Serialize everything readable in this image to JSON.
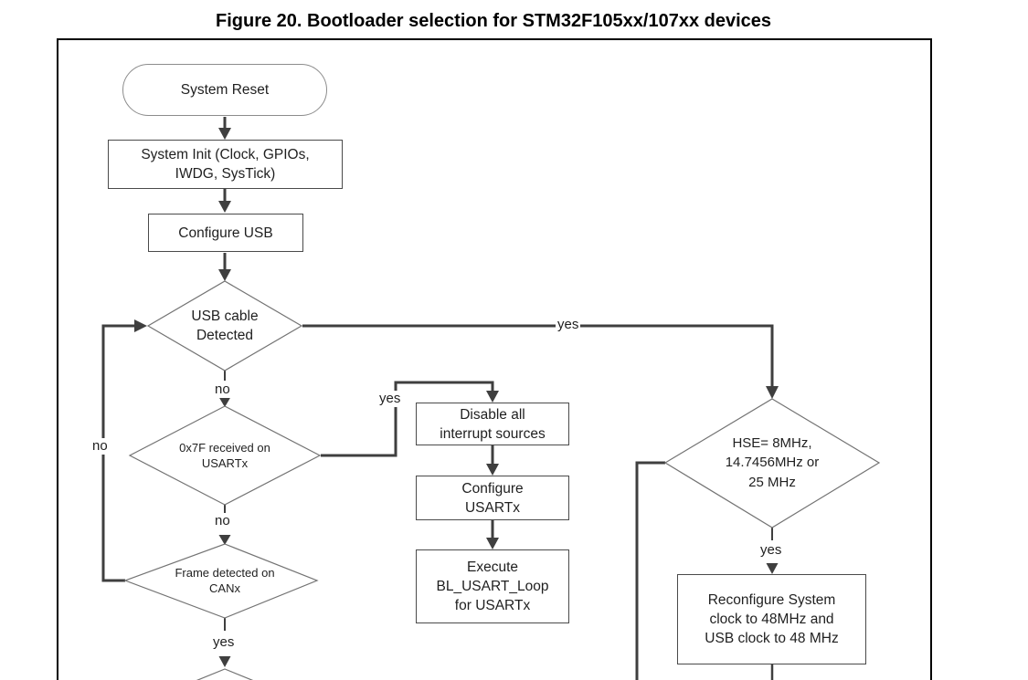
{
  "title": "Figure 20. Bootloader selection for STM32F105xx/107xx devices",
  "nodes": {
    "system_reset": {
      "label": "System Reset"
    },
    "system_init": {
      "label": "System Init (Clock, GPIOs,\nIWDG, SysTick)"
    },
    "configure_usb": {
      "label": "Configure USB"
    },
    "usb_cable_detected": {
      "label": "USB cable\nDetected"
    },
    "usart_received": {
      "label": "0x7F received on\nUSARTx"
    },
    "frame_detected_can": {
      "label": "Frame detected on\nCANx"
    },
    "disable_interrupts": {
      "label": "Disable all\ninterrupt sources"
    },
    "configure_usart": {
      "label": "Configure\nUSARTx"
    },
    "execute_bl_usart": {
      "label": "Execute\nBL_USART_Loop\nfor USARTx"
    },
    "hse_check": {
      "label": "HSE= 8MHz,\n14.7456MHz or\n25 MHz"
    },
    "reconfigure_clock": {
      "label": "Reconfigure System\nclock to 48MHz and\nUSB clock to 48 MHz"
    }
  },
  "edge_labels": {
    "usb_yes": "yes",
    "usb_no": "no",
    "usart_yes": "yes",
    "usart_no": "no",
    "can_no": "no",
    "can_yes": "yes",
    "hse_yes": "yes"
  },
  "colors": {
    "connector": "#3f3f3f",
    "shape_outline": "#737373",
    "rect_outline": "#4a4a4a",
    "frame_border": "#000000",
    "background": "#ffffff",
    "text": "#1f1f1f"
  }
}
